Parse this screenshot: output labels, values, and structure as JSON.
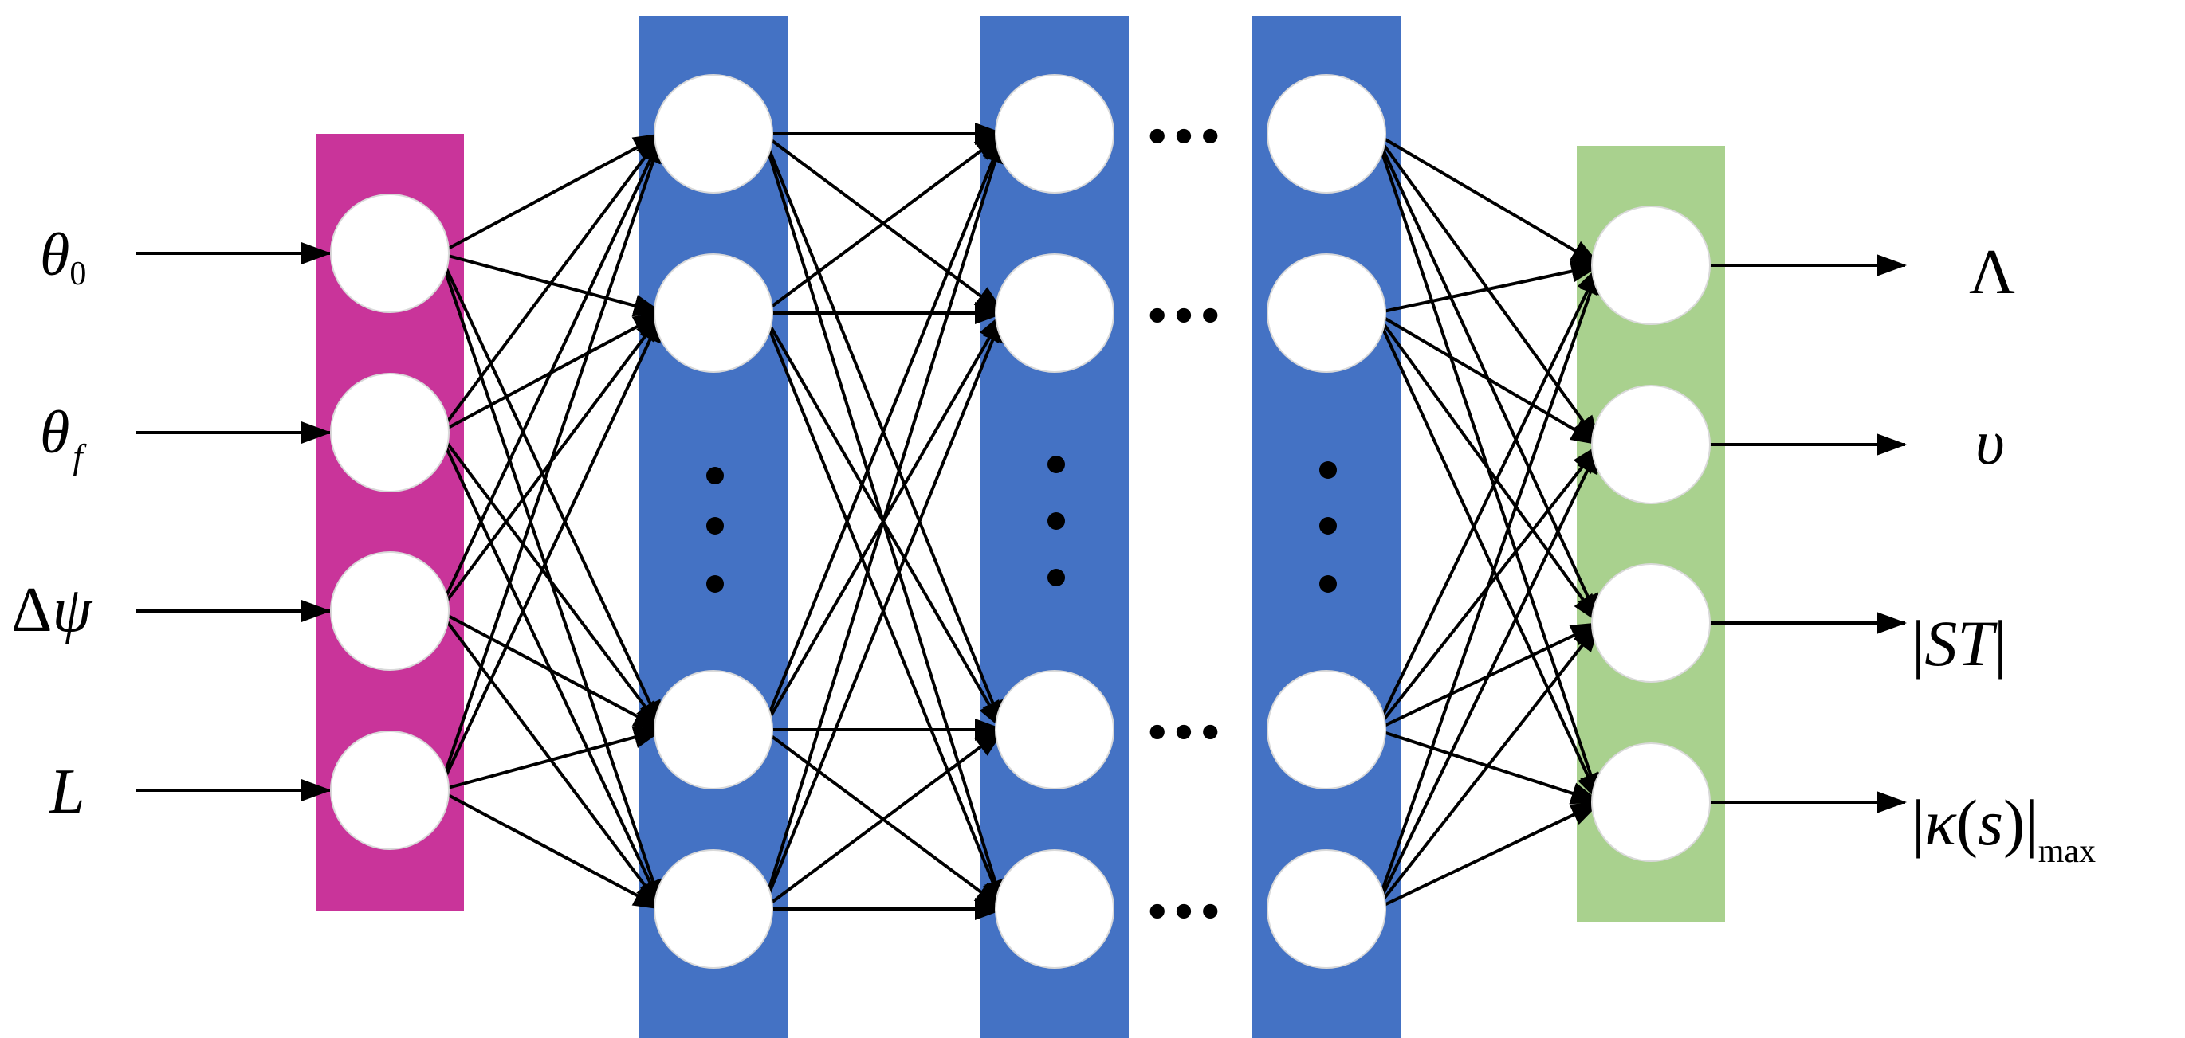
{
  "inputs": {
    "theta0": {
      "sym": "θ",
      "sub": "0"
    },
    "thetaf": {
      "sym": "θ",
      "sub": "f"
    },
    "dpsi": {
      "pre": "Δ",
      "sym": "ψ"
    },
    "L": {
      "sym": "L"
    }
  },
  "outputs": {
    "lambda": {
      "sym": "Λ"
    },
    "upsilon": {
      "sym": "υ"
    },
    "st": {
      "bar": "|",
      "sym": "ST",
      "bar2": "|"
    },
    "kappa": {
      "bar": "|",
      "sym": "κ",
      "paren_open": "(",
      "arg": "s",
      "paren_close": ")",
      "bar2": "|",
      "sub": "max"
    }
  },
  "colors": {
    "input_layer": "#C9349A",
    "hidden_layer": "#4472C4",
    "output_layer": "#A9D18E",
    "node": "#FFFFFF",
    "line": "#000000"
  },
  "ellipsis": {
    "horizontal": "•••",
    "vertical": "•"
  }
}
